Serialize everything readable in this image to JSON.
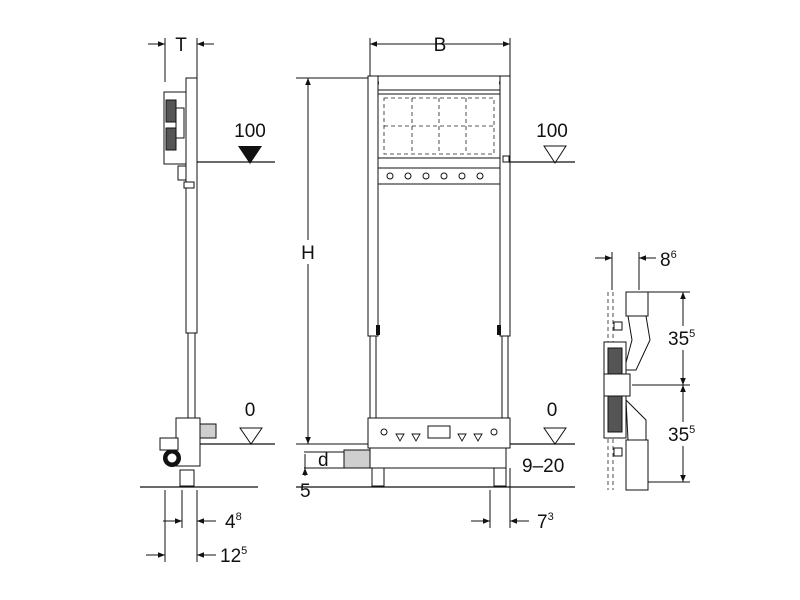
{
  "dimensions": {
    "t": "T",
    "b": "B",
    "h": "H",
    "d": "d",
    "level_100_left": "100",
    "level_100_front": "100",
    "level_0_left": "0",
    "level_0_front": "0",
    "five": "5",
    "range_9_20": "9–20",
    "four8_base": "4",
    "four8_sup": "8",
    "twelve5_base": "12",
    "twelve5_sup": "5",
    "seven3_base": "7",
    "seven3_sup": "3",
    "eight6_base": "8",
    "eight6_sup": "6",
    "thirtyfive5_top_base": "35",
    "thirtyfive5_top_sup": "5",
    "thirtyfive5_bottom_base": "35",
    "thirtyfive5_bottom_sup": "5"
  }
}
